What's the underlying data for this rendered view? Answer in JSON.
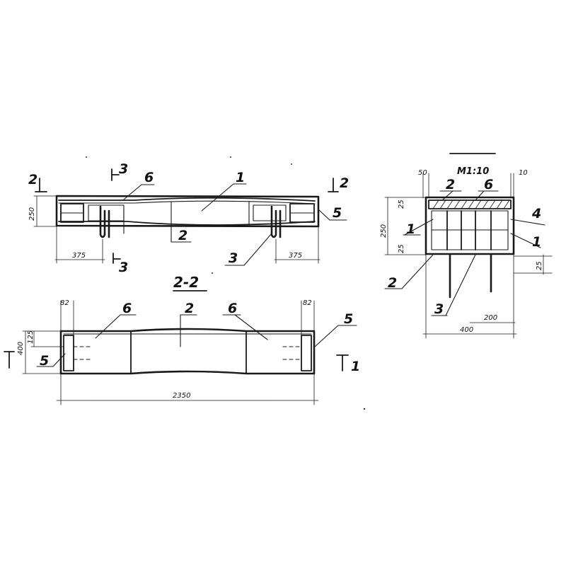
{
  "elevation": {
    "section_marks": {
      "left": "2",
      "right": "2",
      "top": "3",
      "bottom": "3"
    },
    "callouts": {
      "c1": "1",
      "c6": "6",
      "c2": "2",
      "c3": "3",
      "c5": "5"
    },
    "dims": {
      "height": "250",
      "left": "375",
      "right": "375"
    }
  },
  "plan": {
    "title": "2-2",
    "callouts": {
      "c6a": "6",
      "c2": "2",
      "c6b": "6",
      "c5a": "5",
      "c5b": "5"
    },
    "dims": {
      "height_total": "400",
      "height_inner": "125",
      "end_left": "82",
      "end_right": "82",
      "length": "2350"
    },
    "section_mark": "1"
  },
  "section": {
    "title": "М1:10",
    "callouts": {
      "c2": "2",
      "c6": "6",
      "c1a": "1",
      "c1b": "1",
      "c4": "4",
      "c2b": "2",
      "c3": "3"
    },
    "dims": {
      "top_left": "50",
      "top_right": "10",
      "height": "250",
      "side_top": "25",
      "side_bot": "25",
      "right_small": "25",
      "width_inner": "200",
      "width": "400"
    }
  }
}
